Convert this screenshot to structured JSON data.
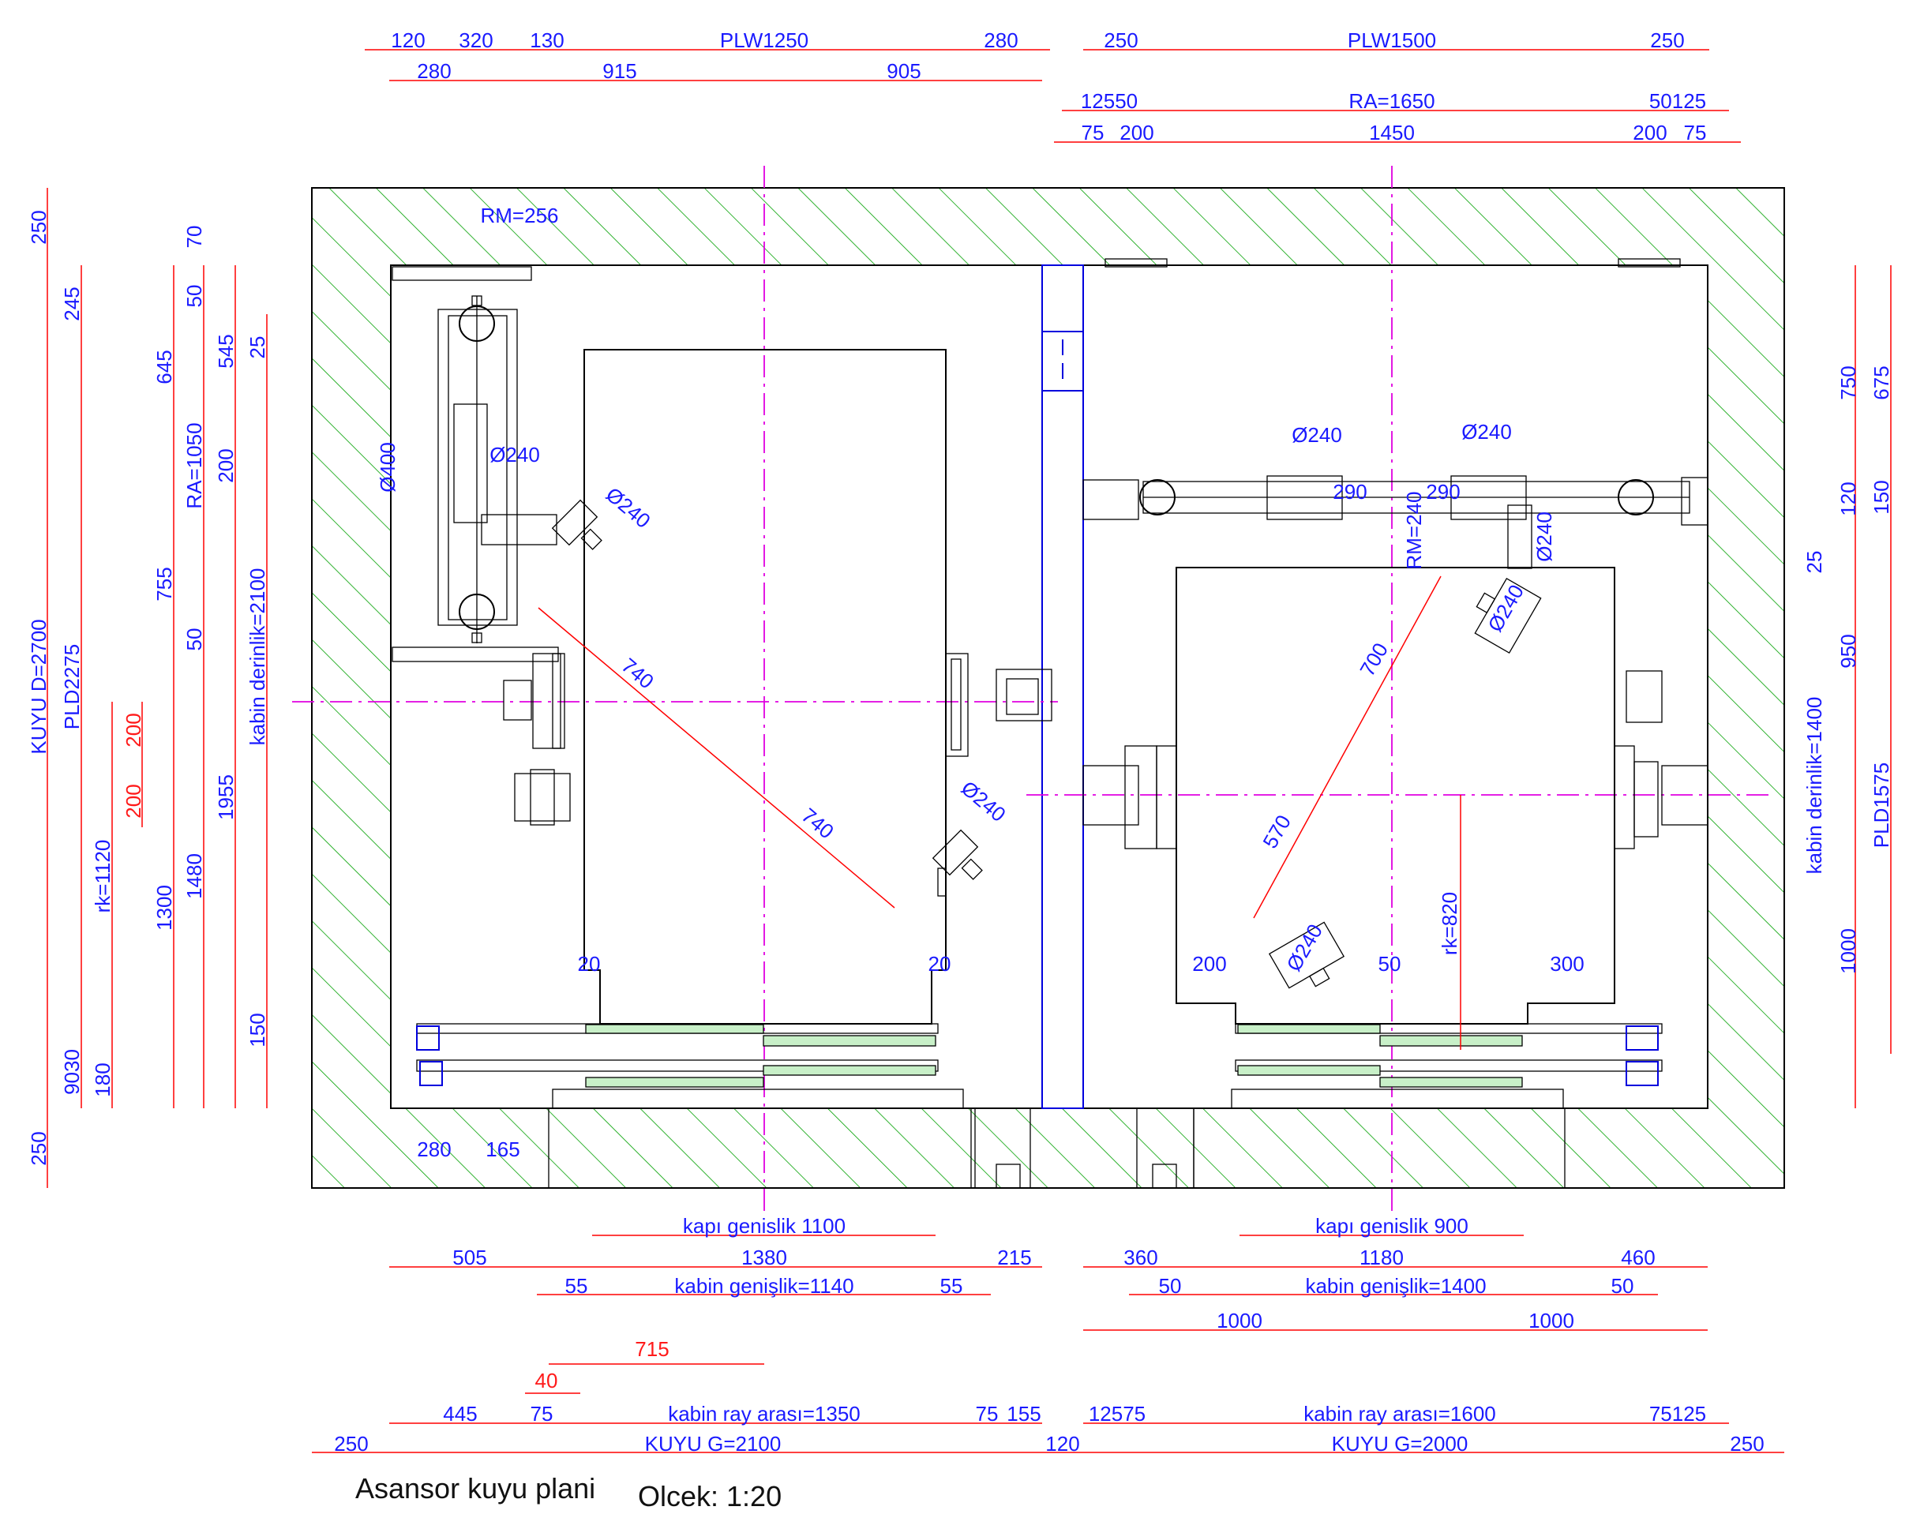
{
  "caption": {
    "title": "Asansor kuyu plani",
    "scale": "Olcek: 1:20"
  },
  "colors": {
    "dimension_text": "#1a1aff",
    "red_text": "#ff1a1a",
    "dimension_line": "#ff0000",
    "axis_line": "#e000e0",
    "hatch": "#00a000",
    "sill": "#c8f0c8",
    "divider": "#0000dd"
  },
  "top_dims": {
    "row1": [
      "120",
      "320",
      "130",
      "PLW1250",
      "280",
      "250",
      "PLW1500",
      "250"
    ],
    "row2": [
      "280",
      "915",
      "905"
    ],
    "row3": [
      "12550",
      "RA=1650",
      "50125"
    ],
    "row4": [
      "75",
      "200",
      "1450",
      "200",
      "75"
    ]
  },
  "left_dims": {
    "col1": [
      "250",
      "KUYU D=2700",
      "250"
    ],
    "col2": [
      "245",
      "PLD2275",
      "9030"
    ],
    "col3": [
      "rk=1120",
      "180"
    ],
    "col3_red": [
      "200",
      "200"
    ],
    "col4": [
      "645",
      "755",
      "1300"
    ],
    "col5": [
      "70",
      "RA=1050",
      "50",
      "50",
      "1480"
    ],
    "col6": [
      "545",
      "200",
      "1955"
    ],
    "col7": [
      "25",
      "kabin derinlik=2100",
      "150"
    ]
  },
  "right_dims": {
    "col1": [
      "750",
      "120",
      "950",
      "1000"
    ],
    "col2": [
      "675",
      "150",
      "25",
      "PLD1575"
    ],
    "col3": [
      "kabin derinlik=1400"
    ]
  },
  "inner_labels": {
    "rm_left": "RM=256",
    "rm_right": "RM=240",
    "d400": "Ø400",
    "d240": "Ø240",
    "diag_left": "740",
    "diag_right_upper": "700",
    "diag_right_lower": "570",
    "rail_spacing": "290",
    "rk_right": "rk=820",
    "gap_left_a": "20",
    "gap_left_b": "20",
    "gap_right_a": "200",
    "gap_right_b": "50",
    "gap_right_c": "300",
    "bottom_left_a": "280",
    "bottom_left_b": "165"
  },
  "bottom_dims": {
    "door_left": "kapı genislik 1100",
    "door_right": "kapı genislik 900",
    "row1_left": [
      "505",
      "1380",
      "215"
    ],
    "row1_right": [
      "360",
      "1180",
      "460"
    ],
    "row2_left": [
      "55",
      "kabin genişlik=1140",
      "55"
    ],
    "row2_right": [
      "50",
      "kabin genişlik=1400",
      "50"
    ],
    "row3_right": [
      "1000",
      "1000"
    ],
    "red_715": "715",
    "red_40": "40",
    "row4_left": [
      "445",
      "75",
      "kabin ray arası=1350",
      "75",
      "155"
    ],
    "row4_right": [
      "12575",
      "kabin  ray arası=1600",
      "75125"
    ],
    "row5": [
      "250",
      "KUYU G=2100",
      "120",
      "KUYU G=2000",
      "250"
    ]
  }
}
